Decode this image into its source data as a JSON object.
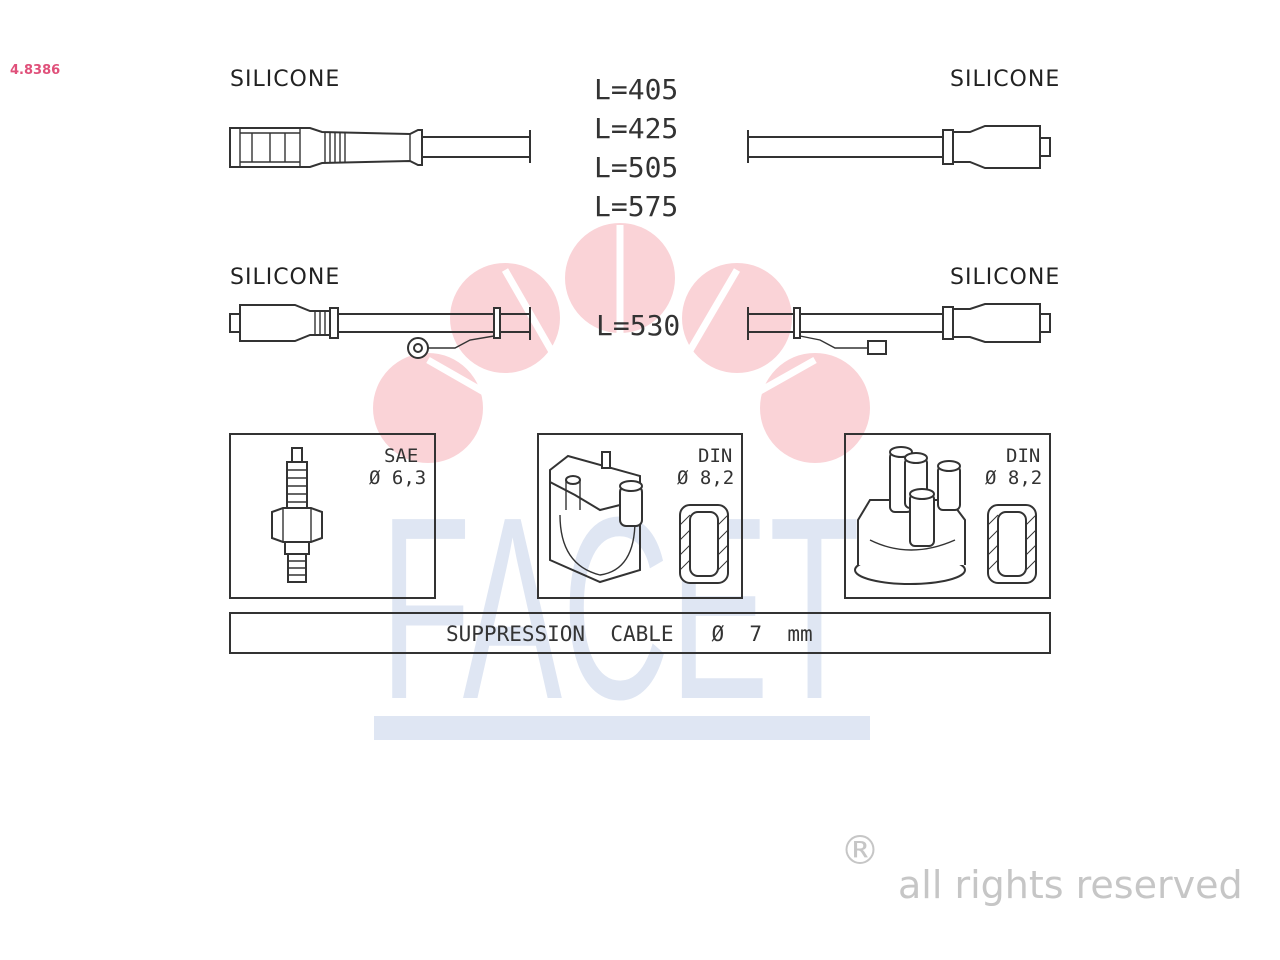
{
  "part_number": "4.8386",
  "cables": {
    "top_left_label": "SILICONE",
    "top_right_label": "SILICONE",
    "bottom_left_label": "SILICONE",
    "bottom_right_label": "SILICONE",
    "lengths_top": [
      "L=405",
      "L=425",
      "L=505",
      "L=575"
    ],
    "length_bottom": "L=530"
  },
  "connectors": {
    "spark_plug": {
      "standard": "SAE",
      "diameter": "Ø 6,3"
    },
    "coil": {
      "standard": "DIN",
      "diameter": "Ø 8,2"
    },
    "distributor": {
      "standard": "DIN",
      "diameter": "Ø 8,2"
    }
  },
  "cable_spec": "SUPPRESSION  CABLE   Ø  7  mm",
  "watermark": {
    "brand_text": "FACET",
    "circle_color": "#f9d3d6",
    "letter_color": "#dfe6f3"
  },
  "footer": {
    "registered_symbol": "®",
    "rights_text": "all rights reserved"
  }
}
